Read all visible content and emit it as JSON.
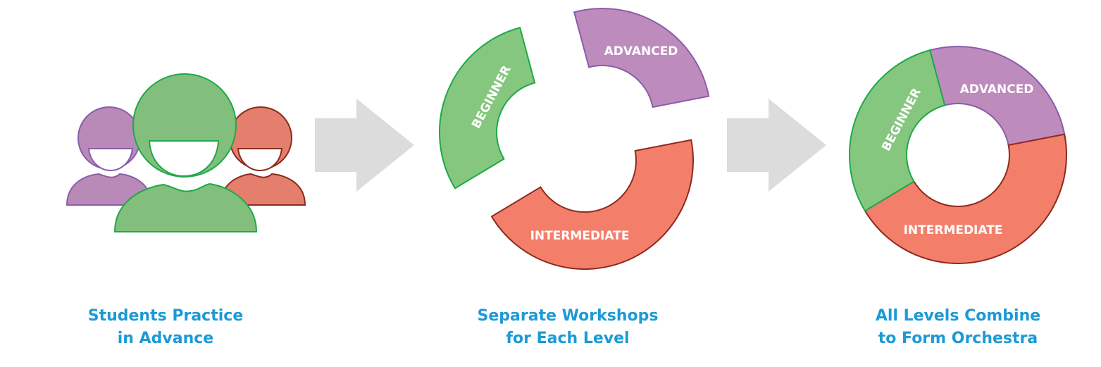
{
  "colors": {
    "beginner_fill": "#86c77f",
    "beginner_stroke": "#1fa84a",
    "advanced_fill": "#be8bbd",
    "advanced_stroke": "#8a5da8",
    "intermediate_fill": "#f37f6b",
    "intermediate_stroke": "#8b2b1e",
    "arrow": "#dcdcdc",
    "caption": "#1c9ad6"
  },
  "segments": {
    "beginner": "BEGINNER",
    "advanced": "ADVANCED",
    "intermediate": "INTERMEDIATE"
  },
  "captions": [
    {
      "line1": "Students Practice",
      "line2": "in Advance"
    },
    {
      "line1": "Separate Workshops",
      "line2": "for Each Level"
    },
    {
      "line1": "All Levels Combine",
      "line2": "to Form Orchestra"
    }
  ]
}
